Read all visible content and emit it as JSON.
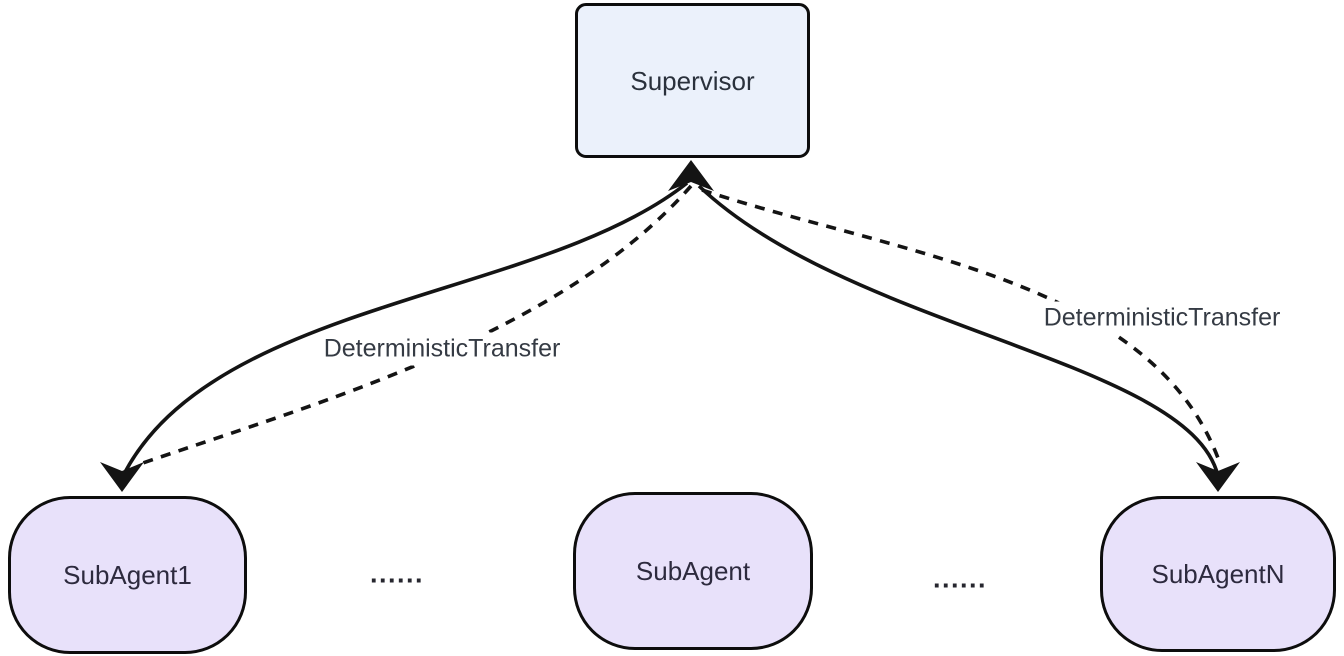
{
  "diagram": {
    "type": "flowchart",
    "background_color": "#FFFFFF",
    "edge_color": "#141414",
    "nodes": {
      "supervisor": {
        "label": "Supervisor",
        "shape": "rounded-rectangle",
        "fill": "#EBF1FB",
        "border_color": "#0D0D0D",
        "text_color": "#2A313C"
      },
      "subagent1": {
        "label": "SubAgent1",
        "shape": "pill",
        "fill": "#E8E1FA",
        "border_color": "#0D0D0D",
        "text_color": "#2D2A3E"
      },
      "subagent": {
        "label": "SubAgent",
        "shape": "pill",
        "fill": "#E8E1FA",
        "border_color": "#0D0D0D",
        "text_color": "#2D2A3E"
      },
      "subagentn": {
        "label": "SubAgentN",
        "shape": "pill",
        "fill": "#E8E1FA",
        "border_color": "#0D0D0D",
        "text_color": "#2D2A3E"
      }
    },
    "ellipsis": {
      "left": "......",
      "right": "......"
    },
    "edges": [
      {
        "from": "Supervisor",
        "to": "SubAgent1",
        "style": "solid",
        "label": ""
      },
      {
        "from": "SubAgent1",
        "to": "Supervisor",
        "style": "dashed",
        "label": "DeterministicTransfer"
      },
      {
        "from": "Supervisor",
        "to": "SubAgentN",
        "style": "solid",
        "label": ""
      },
      {
        "from": "SubAgentN",
        "to": "Supervisor",
        "style": "dashed",
        "label": "DeterministicTransfer"
      }
    ]
  }
}
